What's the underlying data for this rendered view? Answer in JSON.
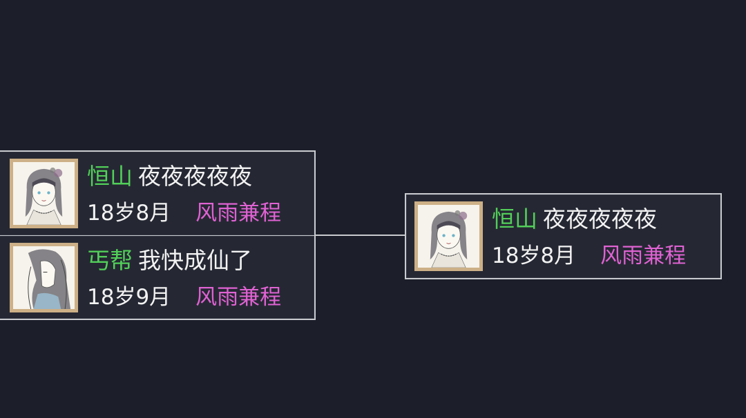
{
  "bracket": {
    "left_top": {
      "sect": "恒山",
      "name": "夜夜夜夜夜",
      "age": "18岁8月",
      "realm": "风雨兼程",
      "avatar_icon": "female-portrait-icon"
    },
    "left_bottom": {
      "sect": "丐帮",
      "name": "我快成仙了",
      "age": "18岁9月",
      "realm": "风雨兼程",
      "avatar_icon": "long-hair-portrait-icon"
    },
    "winner": {
      "sect": "恒山",
      "name": "夜夜夜夜夜",
      "age": "18岁8月",
      "realm": "风雨兼程",
      "avatar_icon": "female-portrait-icon"
    }
  },
  "colors": {
    "background": "#1c1f29",
    "card": "#252833",
    "border": "#c9cbd0",
    "sect": "#52cf59",
    "realm": "#e062d3",
    "avatar_frame": "#cdb087"
  }
}
